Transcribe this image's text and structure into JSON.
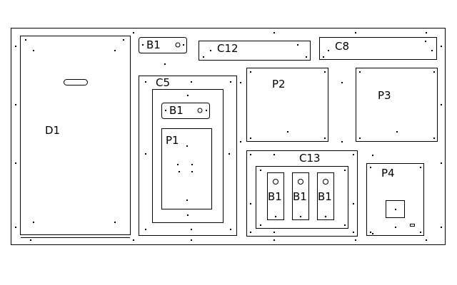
{
  "labels": {
    "d1": "D1",
    "b1_top": "B1",
    "c12": "C12",
    "c8": "C8",
    "c5": "C5",
    "b1_c5": "B1",
    "p1": "P1",
    "p2": "P2",
    "p3": "P3",
    "c13": "C13",
    "b1_a": "B1",
    "b1_b": "B1",
    "b1_c": "B1",
    "p4": "P4"
  }
}
